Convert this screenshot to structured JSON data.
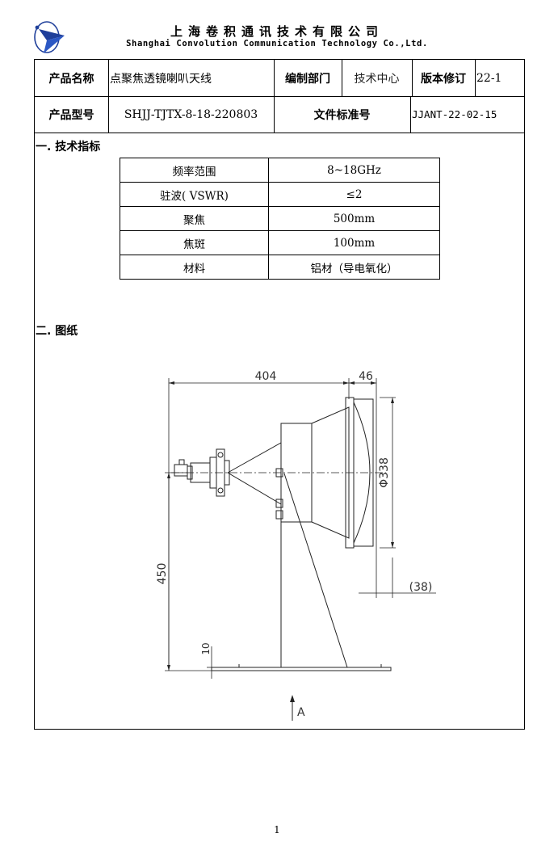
{
  "header": {
    "company_cn": "上海卷积通讯技术有限公司",
    "company_en": "Shanghai Convolution Communication Technology Co.,Ltd."
  },
  "info": {
    "product_name_label": "产品名称",
    "product_name": "点聚焦透镜喇叭天线",
    "dept_label": "编制部门",
    "dept": "技术中心",
    "rev_label": "版本修订",
    "rev": "22-1",
    "model_label": "产品型号",
    "model": "SHJJ-TJTX-8-18-220803",
    "doc_label": "文件标准号",
    "doc_no": "JJANT-22-02-15"
  },
  "sections": {
    "specs_title": "一. 技术指标",
    "drawing_title": "二. 图纸"
  },
  "specs": [
    {
      "k": "频率范围",
      "v": "8~18GHz"
    },
    {
      "k": "驻波( VSWR)",
      "v": "≤2"
    },
    {
      "k": "聚焦",
      "v": "500mm"
    },
    {
      "k": "焦斑",
      "v": "100mm"
    },
    {
      "k": "材料",
      "v": "铝材（导电氧化）"
    }
  ],
  "drawing": {
    "dim_length": "404",
    "dim_lens": "46",
    "dim_diameter": "Φ338",
    "dim_offset": "(38)",
    "dim_height": "450",
    "dim_base": "10",
    "view_label": "A"
  },
  "footer": {
    "page": "1"
  }
}
